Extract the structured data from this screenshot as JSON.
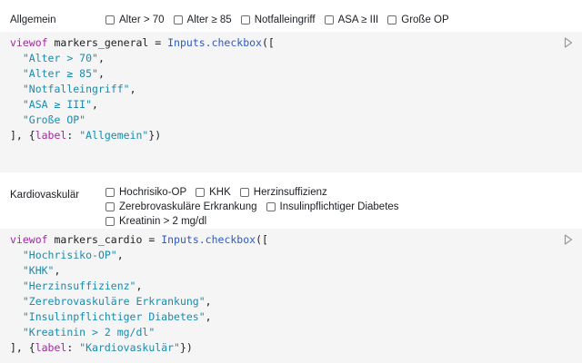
{
  "general": {
    "label": "Allgemein",
    "options": [
      "Alter > 70",
      "Alter ≥ 85",
      "Notfalleingriff",
      "ASA ≥ III",
      "Große OP"
    ],
    "code": {
      "viewof": "viewof",
      "name": "markers_general",
      "eq": " = ",
      "call": "Inputs.checkbox",
      "open": "([",
      "items": [
        "\"Alter > 70\"",
        "\"Alter ≥ 85\"",
        "\"Notfalleingriff\"",
        "\"ASA ≥ III\"",
        "\"Große OP\""
      ],
      "close_pre": "], {",
      "label_key": "label",
      "colon": ": ",
      "label_val": "\"Allgemein\"",
      "close_post": "})"
    }
  },
  "cardio": {
    "label": "Kardiovaskulär",
    "options": [
      "Hochrisiko-OP",
      "KHK",
      "Herzinsuffizienz",
      "Zerebrovaskuläre Erkrankung",
      "Insulinpflichtiger Diabetes",
      "Kreatinin > 2 mg/dl"
    ],
    "code": {
      "viewof": "viewof",
      "name": "markers_cardio",
      "eq": " = ",
      "call": "Inputs.checkbox",
      "open": "([",
      "items": [
        "\"Hochrisiko-OP\"",
        "\"KHK\"",
        "\"Herzinsuffizienz\"",
        "\"Zerebrovaskuläre Erkrankung\"",
        "\"Insulinpflichtiger Diabetes\"",
        "\"Kreatinin > 2 mg/dl\""
      ],
      "close_pre": "], {",
      "label_key": "label",
      "colon": ": ",
      "label_val": "\"Kardiovaskulär\"",
      "close_post": "})"
    }
  },
  "colors": {
    "code_background": "#f5f5f5",
    "keyword": "#a626a4",
    "string": "#1a8bad",
    "reference": "#2e58c4"
  },
  "icons": {
    "run": "play-icon"
  }
}
